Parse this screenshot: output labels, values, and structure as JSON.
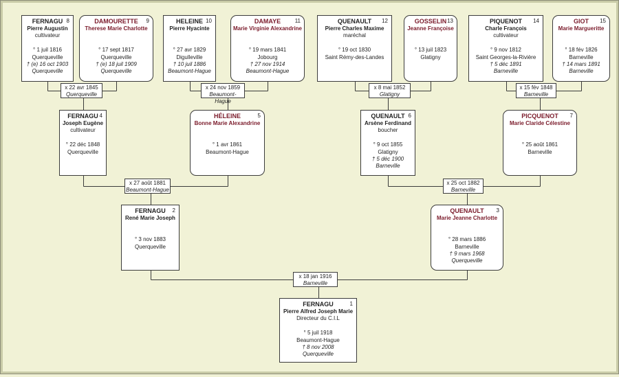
{
  "people": [
    {
      "id": 8,
      "num": "8",
      "sex": "male",
      "surname": "FERNAGU",
      "given": "Pierre Augustin",
      "occupation": "cultivateur",
      "birth": "° 1 juil 1816",
      "birth_place": "Querqueville",
      "death": "† (e) 16 oct 1903",
      "death_place": "Querqueville"
    },
    {
      "id": 9,
      "num": "9",
      "sex": "female",
      "surname": "DAMOURETTE",
      "given": "Therese Marie Charlotte",
      "occupation": "",
      "birth": "° 17 sept 1817",
      "birth_place": "Querqueville",
      "death": "† (e) 18 juil 1909",
      "death_place": "Querqueville"
    },
    {
      "id": 10,
      "num": "10",
      "sex": "male",
      "surname": "HELEINE",
      "given": "Pierre Hyacinte",
      "occupation": "",
      "birth": "° 27 avr 1829",
      "birth_place": "Digulleville",
      "death": "† 10 juil 1886",
      "death_place": "Beaumont-Hague"
    },
    {
      "id": 11,
      "num": "11",
      "sex": "female",
      "surname": "DAMAYE",
      "given": "Marie Virginie Alexandrine",
      "occupation": "",
      "birth": "° 19 mars 1841",
      "birth_place": "Jobourg",
      "death": "† 27 nov 1914",
      "death_place": "Beaumont-Hague"
    },
    {
      "id": 12,
      "num": "12",
      "sex": "male",
      "surname": "QUENAULT",
      "given": "Pierre Charles Maxime",
      "occupation": "maréchal",
      "birth": "° 19 oct 1830",
      "birth_place": "Saint Rémy-des-Landes",
      "death": "",
      "death_place": ""
    },
    {
      "id": 13,
      "num": "13",
      "sex": "female",
      "surname": "GOSSELIN",
      "given": "Jeanne Françoise",
      "occupation": "",
      "birth": "° 13 juil 1823",
      "birth_place": "Glatigny",
      "death": "",
      "death_place": ""
    },
    {
      "id": 14,
      "num": "14",
      "sex": "male",
      "surname": "PIQUENOT",
      "given": "Charle François",
      "occupation": "cultivateur",
      "birth": "° 9 nov 1812",
      "birth_place": "Saint Georges-la-Rivière",
      "death": "† 5 déc 1891",
      "death_place": "Barneville"
    },
    {
      "id": 15,
      "num": "15",
      "sex": "female",
      "surname": "GIOT",
      "given": "Marie Margueritte",
      "occupation": "",
      "birth": "° 18 fév 1826",
      "birth_place": "Barneville",
      "death": "† 14 mars 1891",
      "death_place": "Barneville"
    },
    {
      "id": 4,
      "num": "4",
      "sex": "male",
      "surname": "FERNAGU",
      "given": "Joseph Eugène",
      "occupation": "cultivateur",
      "birth": "° 22 déc 1848",
      "birth_place": "Querqueville",
      "death": "",
      "death_place": ""
    },
    {
      "id": 5,
      "num": "5",
      "sex": "female",
      "surname": "HÉLEINE",
      "given": "Bonne Marie Alexandrine",
      "occupation": "",
      "birth": "° 1 avr 1861",
      "birth_place": "Beaumont-Hague",
      "death": "",
      "death_place": ""
    },
    {
      "id": 6,
      "num": "6",
      "sex": "male",
      "surname": "QUENAULT",
      "given": "Arsène Ferdinand",
      "occupation": "boucher",
      "birth": "° 9 oct 1855",
      "birth_place": "Glatigny",
      "death": "† 5 déc 1900",
      "death_place": "Barneville"
    },
    {
      "id": 7,
      "num": "7",
      "sex": "female",
      "surname": "PICQUENOT",
      "given": "Marie Claride Célestine",
      "occupation": "",
      "birth": "° 25 août 1861",
      "birth_place": "Barneville",
      "death": "",
      "death_place": ""
    },
    {
      "id": 2,
      "num": "2",
      "sex": "male",
      "surname": "FERNAGU",
      "given": "René Marie Joseph",
      "occupation": "",
      "birth": "° 3 nov 1883",
      "birth_place": "Querqueville",
      "death": "",
      "death_place": ""
    },
    {
      "id": 3,
      "num": "3",
      "sex": "female",
      "surname": "QUENAULT",
      "given": "Marie Jeanne Charlotte",
      "occupation": "",
      "birth": "° 28 mars 1886",
      "birth_place": "Barneville",
      "death": "† 9 mars 1968",
      "death_place": "Querqueville"
    },
    {
      "id": 1,
      "num": "1",
      "sex": "male",
      "surname": "FERNAGU",
      "given": "Pierre Alfred Joseph Marie",
      "occupation": "Directeur du C.I.L",
      "birth": "° 5 juil 1918",
      "birth_place": "Beaumont-Hague",
      "death": "† 8 nov 2008",
      "death_place": "Querqueville"
    }
  ],
  "marriages": [
    {
      "id": "m89",
      "date": "x 22 avr 1845",
      "place": "Querqueville"
    },
    {
      "id": "m1011",
      "date": "x 24 nov 1859",
      "place": "Beaumont-Hague"
    },
    {
      "id": "m1213",
      "date": "x 8 mai 1852",
      "place": "Glatigny"
    },
    {
      "id": "m1415",
      "date": "x 15 fév 1848",
      "place": "Barneville"
    },
    {
      "id": "m45",
      "date": "x 27 août 1881",
      "place": "Beaumont-Hague"
    },
    {
      "id": "m67",
      "date": "x 25 oct 1882",
      "place": "Barneville"
    },
    {
      "id": "m23",
      "date": "x 18 jan 1916",
      "place": "Barneville"
    }
  ],
  "colors": {
    "female_name": "#7a1a2a",
    "background": "#f1f2d6",
    "line": "#3a3a3a"
  }
}
